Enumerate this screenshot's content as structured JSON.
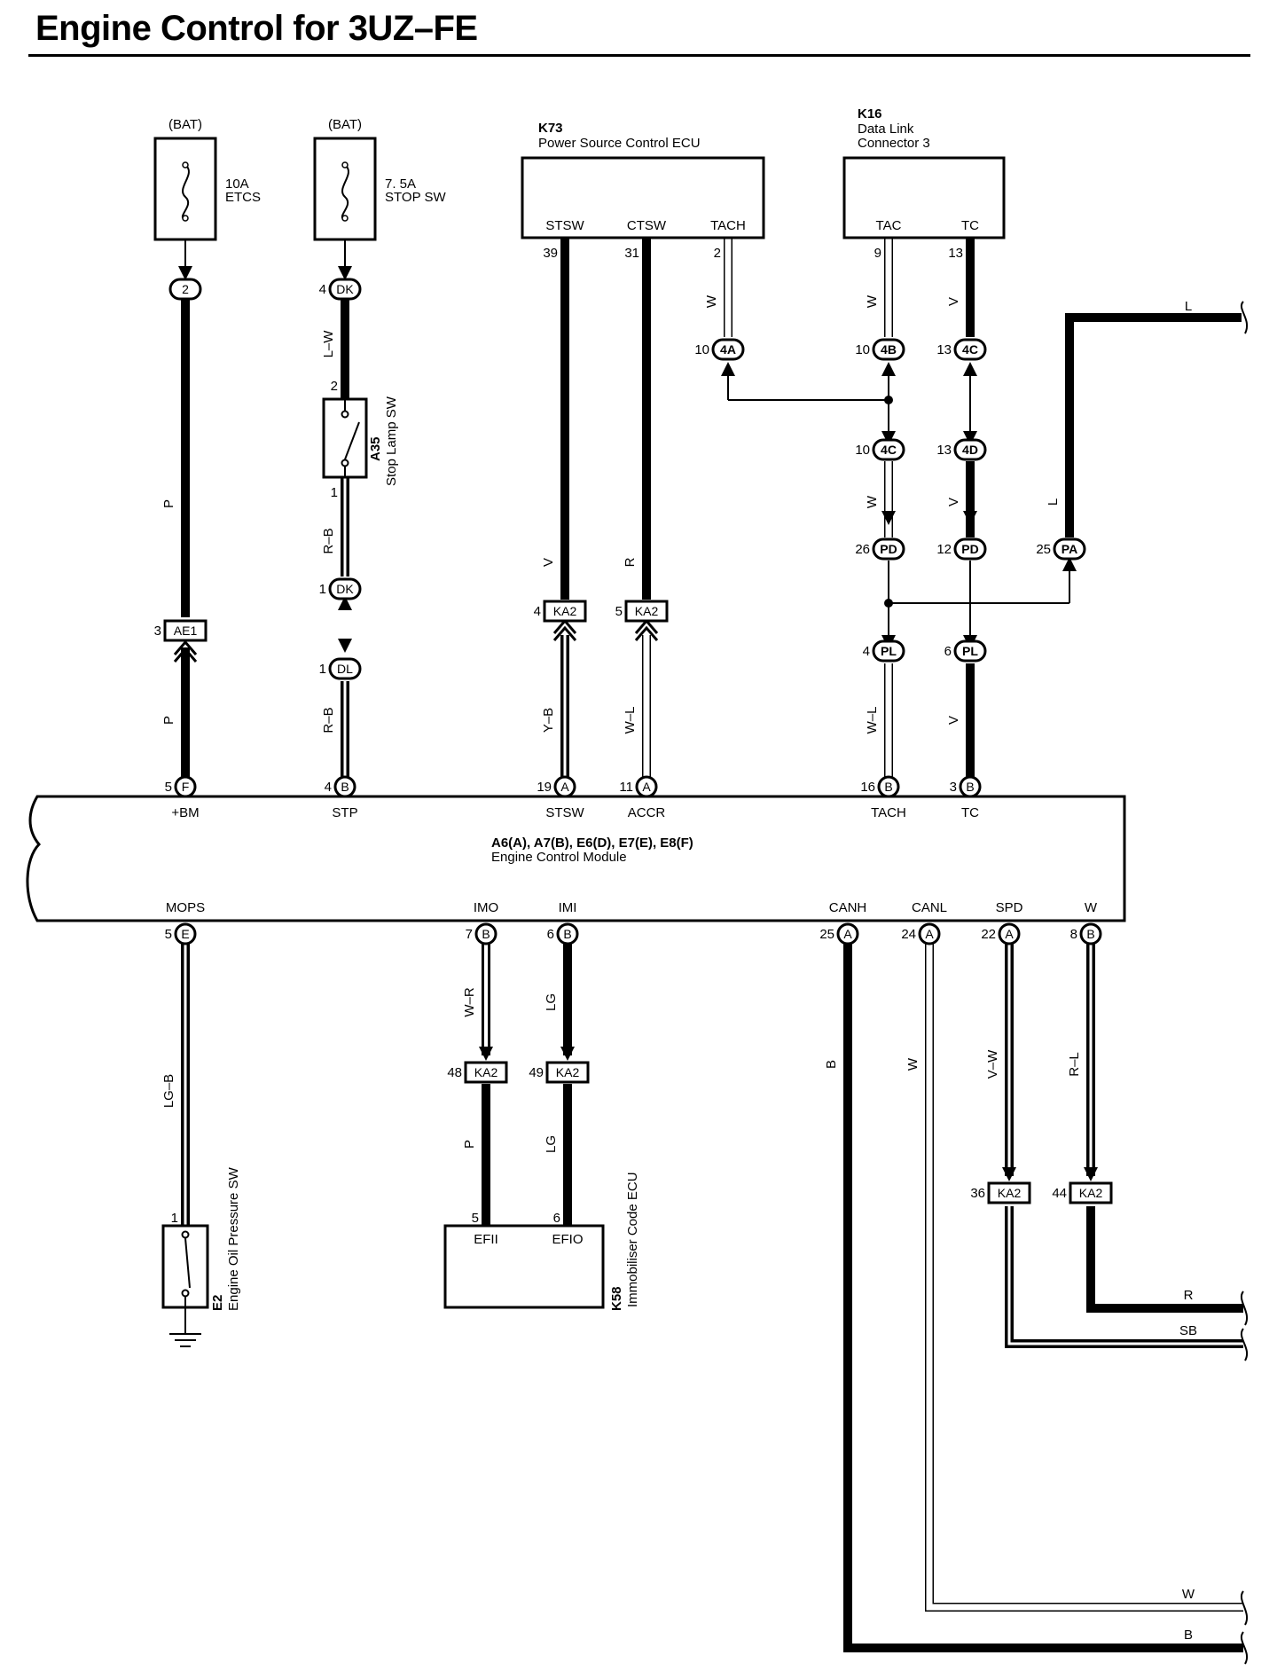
{
  "title": "Engine Control for 3UZ–FE",
  "colors": {
    "line": "#000000",
    "background": "#ffffff"
  },
  "icons": [
    "fuse-icon",
    "switch-icon",
    "ground-icon",
    "wire-break-icon"
  ],
  "fuses": [
    {
      "source": "(BAT)",
      "rating": "10A",
      "name": "ETCS"
    },
    {
      "source": "(BAT)",
      "rating": "7. 5A",
      "name": "STOP SW"
    }
  ],
  "components": {
    "k73": {
      "code": "K73",
      "name": "Power Source Control ECU",
      "pins": [
        "STSW",
        "CTSW",
        "TACH"
      ]
    },
    "k16": {
      "code": "K16",
      "name_line1": "Data Link",
      "name_line2": "Connector 3",
      "pins": [
        "TAC",
        "TC"
      ]
    },
    "a35": {
      "code": "A35",
      "name": "Stop Lamp SW"
    },
    "e2": {
      "code": "E2",
      "name": "Engine Oil Pressure SW"
    },
    "k58": {
      "code": "K58",
      "name": "Immobiliser Code ECU",
      "pins": [
        "EFII",
        "EFIO"
      ]
    },
    "ecm": {
      "connectors": "A6(A), A7(B), E6(D), E7(E), E8(F)",
      "name": "Engine Control Module",
      "top_pins": [
        "+BM",
        "STP",
        "STSW",
        "ACCR",
        "TACH",
        "TC"
      ],
      "bottom_pins": [
        "MOPS",
        "IMO",
        "IMI",
        "CANH",
        "CANL",
        "SPD",
        "W"
      ]
    }
  },
  "connectors": {
    "c_2": "2",
    "c_dk": "DK",
    "c_dl": "DL",
    "c_ae1": "AE1",
    "c_ka2": "KA2",
    "c_4a": "4A",
    "c_4b": "4B",
    "c_4c": "4C",
    "c_4d": "4D",
    "c_pd": "PD",
    "c_pa": "PA",
    "c_pl": "PL",
    "c_a": "A",
    "c_b": "B",
    "c_e": "E",
    "c_f": "F"
  },
  "pin_numbers": {
    "n1": "1",
    "n2": "2",
    "n3": "3",
    "n4": "4",
    "n5": "5",
    "n6": "6",
    "n7": "7",
    "n8": "8",
    "n9": "9",
    "n10": "10",
    "n11": "11",
    "n12": "12",
    "n13": "13",
    "n16": "16",
    "n19": "19",
    "n22": "22",
    "n24": "24",
    "n25": "25",
    "n26": "26",
    "n31": "31",
    "n36": "36",
    "n39": "39",
    "n44": "44",
    "n48": "48",
    "n49": "49"
  },
  "wire_colors": {
    "p": "P",
    "l_w": "L–W",
    "r_b": "R–B",
    "v": "V",
    "r": "R",
    "y_b": "Y–B",
    "w_l": "W–L",
    "w": "W",
    "l": "L",
    "lg_b": "LG–B",
    "w_r": "W–R",
    "lg": "LG",
    "b": "B",
    "v_w": "V–W",
    "r_l": "R–L",
    "sb": "SB"
  }
}
